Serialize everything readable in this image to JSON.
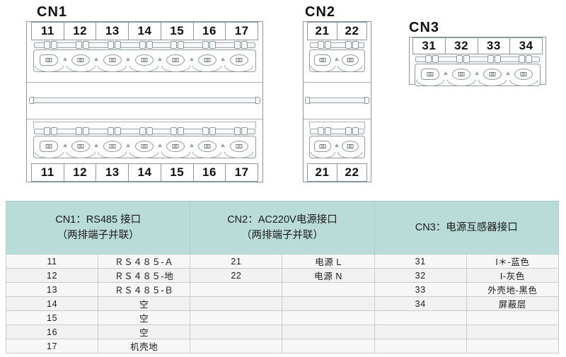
{
  "diagram": {
    "connectors": [
      {
        "id": "CN1",
        "title": "CN1",
        "pins_top": [
          "11",
          "12",
          "13",
          "14",
          "15",
          "16",
          "17"
        ],
        "pins_bottom": [
          "11",
          "12",
          "13",
          "14",
          "15",
          "16",
          "17"
        ],
        "rows": 2,
        "terminal_count": 7
      },
      {
        "id": "CN2",
        "title": "CN2",
        "pins_top": [
          "21",
          "22"
        ],
        "pins_bottom": [
          "21",
          "22"
        ],
        "rows": 2,
        "terminal_count": 2
      },
      {
        "id": "CN3",
        "title": "CN3",
        "pins_top": [
          "31",
          "32",
          "33",
          "34"
        ],
        "pins_bottom": [],
        "rows": 1,
        "terminal_count": 4
      }
    ]
  },
  "table": {
    "headers": [
      {
        "line1": "CN1：RS485 接口",
        "line2": "（两排端子并联）"
      },
      {
        "line1": "CN2：AC220V电源接口",
        "line2": "（两排端子并联）"
      },
      {
        "line1": "CN3：电源互感器接口",
        "line2": ""
      }
    ],
    "rows": [
      {
        "cn1_pin": "11",
        "cn1_val": "ＲＳ４８５-Ａ",
        "cn2_pin": "21",
        "cn2_val": "电源 L",
        "cn3_pin": "31",
        "cn3_val": "I＊-蓝色"
      },
      {
        "cn1_pin": "12",
        "cn1_val": "ＲＳ４８５-地",
        "cn2_pin": "22",
        "cn2_val": "电源 N",
        "cn3_pin": "32",
        "cn3_val": "I-灰色"
      },
      {
        "cn1_pin": "13",
        "cn1_val": "ＲＳ４８５-Ｂ",
        "cn2_pin": "",
        "cn2_val": "",
        "cn3_pin": "33",
        "cn3_val": "外壳地-黑色"
      },
      {
        "cn1_pin": "14",
        "cn1_val": "空",
        "cn2_pin": "",
        "cn2_val": "",
        "cn3_pin": "34",
        "cn3_val": "屏蔽层"
      },
      {
        "cn1_pin": "15",
        "cn1_val": "空",
        "cn2_pin": "",
        "cn2_val": "",
        "cn3_pin": "",
        "cn3_val": ""
      },
      {
        "cn1_pin": "16",
        "cn1_val": "空",
        "cn2_pin": "",
        "cn2_val": "",
        "cn3_pin": "",
        "cn3_val": ""
      },
      {
        "cn1_pin": "17",
        "cn1_val": "机壳地",
        "cn2_pin": "",
        "cn2_val": "",
        "cn3_pin": "",
        "cn3_val": ""
      }
    ]
  },
  "colors": {
    "header_bg": "#b9dcd9",
    "row_bg_odd": "#f7f7f7",
    "row_bg_even": "#f1f1f1",
    "outline": "#8a969c",
    "text": "#1a1a1a"
  }
}
